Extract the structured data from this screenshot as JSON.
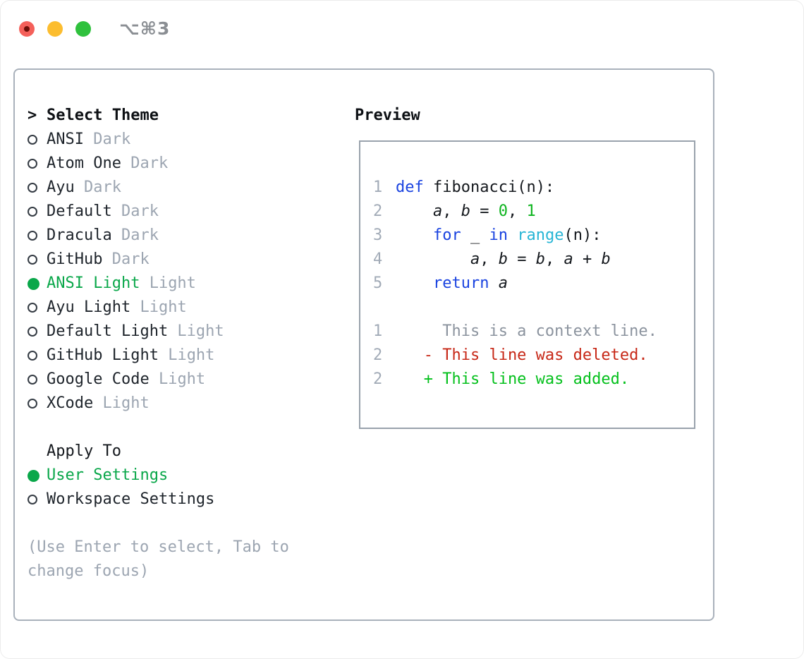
{
  "window": {
    "shortcut_label": "⌥⌘3",
    "traffic_lights": [
      "close",
      "minimize",
      "zoom"
    ]
  },
  "colors": {
    "selected_green": "#0aa74a",
    "diff_added_green": "#04c01c",
    "diff_deleted_red": "#c72817",
    "keyword_blue": "#1a43e0",
    "builtin_cyan": "#27b5d5",
    "number_green": "#0db41e",
    "muted_gray": "#9ca5b1",
    "panel_border": "#a9b1bb",
    "traffic_red": "#f4605a",
    "traffic_yellow": "#fcbd2f",
    "traffic_green": "#2fc13d"
  },
  "theme_list": {
    "header_prefix": ">",
    "header": "Select Theme",
    "items": [
      {
        "name": "ANSI",
        "tag": "Dark",
        "selected": false
      },
      {
        "name": "Atom One",
        "tag": "Dark",
        "selected": false
      },
      {
        "name": "Ayu",
        "tag": "Dark",
        "selected": false
      },
      {
        "name": "Default",
        "tag": "Dark",
        "selected": false
      },
      {
        "name": "Dracula",
        "tag": "Dark",
        "selected": false
      },
      {
        "name": "GitHub",
        "tag": "Dark",
        "selected": false
      },
      {
        "name": "ANSI Light",
        "tag": "Light",
        "selected": true
      },
      {
        "name": "Ayu Light",
        "tag": "Light",
        "selected": false
      },
      {
        "name": "Default Light",
        "tag": "Light",
        "selected": false
      },
      {
        "name": "GitHub Light",
        "tag": "Light",
        "selected": false
      },
      {
        "name": "Google Code",
        "tag": "Light",
        "selected": false
      },
      {
        "name": "XCode",
        "tag": "Light",
        "selected": false
      }
    ]
  },
  "apply_to": {
    "header": "Apply To",
    "options": [
      {
        "name": "User Settings",
        "selected": true
      },
      {
        "name": "Workspace Settings",
        "selected": false
      }
    ]
  },
  "hint": {
    "line1": "(Use Enter to select, Tab to",
    "line2": "change focus)"
  },
  "preview": {
    "header": "Preview",
    "lines": [
      {
        "num": "1",
        "tokens": [
          {
            "t": "def",
            "s": "kw"
          },
          {
            "t": " fibonacci(n):",
            "s": "plain"
          }
        ]
      },
      {
        "num": "2",
        "tokens": [
          {
            "t": "    ",
            "s": "plain"
          },
          {
            "t": "a",
            "s": "var"
          },
          {
            "t": ", ",
            "s": "plain"
          },
          {
            "t": "b",
            "s": "var"
          },
          {
            "t": " = ",
            "s": "plain"
          },
          {
            "t": "0",
            "s": "num"
          },
          {
            "t": ", ",
            "s": "plain"
          },
          {
            "t": "1",
            "s": "num"
          }
        ]
      },
      {
        "num": "3",
        "tokens": [
          {
            "t": "    ",
            "s": "plain"
          },
          {
            "t": "for",
            "s": "kw"
          },
          {
            "t": " _ ",
            "s": "plain"
          },
          {
            "t": "in",
            "s": "kw"
          },
          {
            "t": " ",
            "s": "plain"
          },
          {
            "t": "range",
            "s": "fn"
          },
          {
            "t": "(n):",
            "s": "plain"
          }
        ]
      },
      {
        "num": "4",
        "tokens": [
          {
            "t": "        ",
            "s": "plain"
          },
          {
            "t": "a",
            "s": "var"
          },
          {
            "t": ", ",
            "s": "plain"
          },
          {
            "t": "b",
            "s": "var"
          },
          {
            "t": " = ",
            "s": "plain"
          },
          {
            "t": "b",
            "s": "var"
          },
          {
            "t": ", ",
            "s": "plain"
          },
          {
            "t": "a",
            "s": "var"
          },
          {
            "t": " + ",
            "s": "plain"
          },
          {
            "t": "b",
            "s": "var"
          }
        ]
      },
      {
        "num": "5",
        "tokens": [
          {
            "t": "    ",
            "s": "plain"
          },
          {
            "t": "return",
            "s": "kw"
          },
          {
            "t": " ",
            "s": "plain"
          },
          {
            "t": "a",
            "s": "var"
          }
        ]
      },
      {
        "num": "",
        "tokens": []
      },
      {
        "num": "1",
        "tokens": [
          {
            "t": "     This is a context line.",
            "s": "ctx"
          }
        ]
      },
      {
        "num": "2",
        "tokens": [
          {
            "t": "   - This line was deleted.",
            "s": "del"
          }
        ]
      },
      {
        "num": "2",
        "tokens": [
          {
            "t": "   + This line was added.",
            "s": "add"
          }
        ]
      }
    ]
  }
}
